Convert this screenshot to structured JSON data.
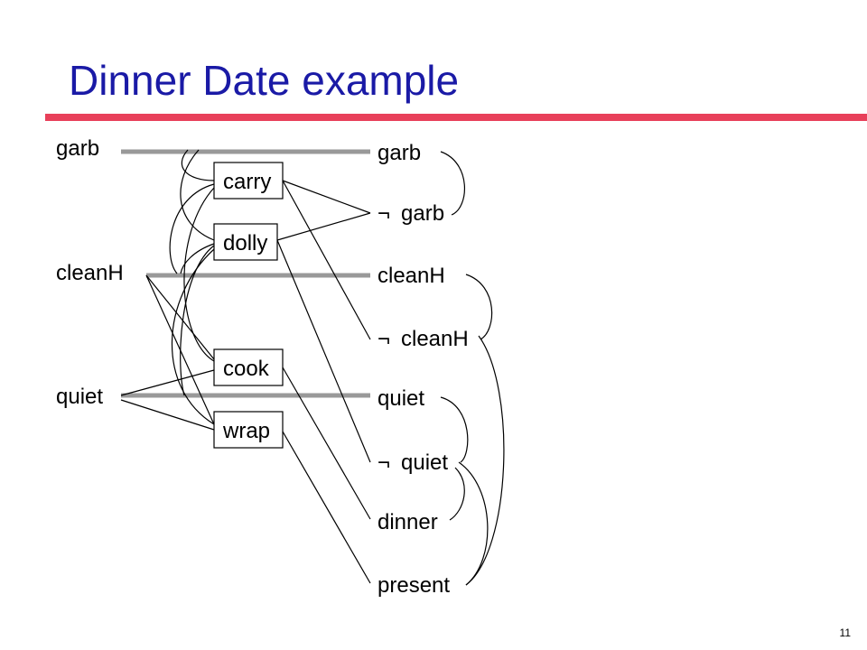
{
  "title": "Dinner Date example",
  "page_number": "11",
  "colors": {
    "title": "#1a1aa6",
    "rule": "#e8405a",
    "persistence_line": "#999999",
    "edge": "#000000"
  },
  "diagram": {
    "level0_facts": [
      "garb",
      "cleanH",
      "quiet"
    ],
    "actions": [
      "carry",
      "dolly",
      "cook",
      "wrap"
    ],
    "level1_facts": [
      "garb",
      "garb",
      "cleanH",
      "cleanH",
      "quiet",
      "quiet",
      "dinner",
      "present"
    ],
    "negation_symbol": "¬"
  }
}
